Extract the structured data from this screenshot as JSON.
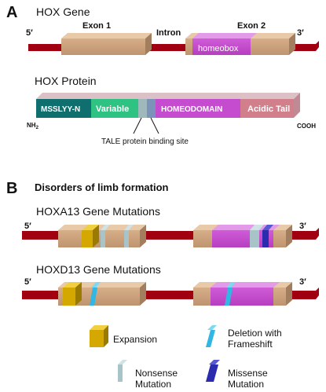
{
  "panel_a": {
    "letter": "A",
    "gene_title": "HOX Gene",
    "five_prime": "5′",
    "three_prime": "3′",
    "exon1": "Exon 1",
    "intron": "Intron",
    "exon2": "Exon 2",
    "homeobox": "homeobox",
    "protein_title": "HOX Protein",
    "domains": [
      "MSSLYY-N",
      "Variable",
      "HOMEODOMAIN",
      "Acidic Tail"
    ],
    "nh2": "NH2",
    "cooh": "COOH",
    "tale_label": "TALE protein binding site"
  },
  "panel_b": {
    "letter": "B",
    "title": "Disorders of limb formation",
    "hoxa13_title": "HOXA13 Gene Mutations",
    "hoxd13_title": "HOXD13 Gene Mutations",
    "five_prime": "5′",
    "three_prime": "3′"
  },
  "legend": {
    "expansion": "Expansion",
    "deletion_line1": "Deletion with",
    "deletion_line2": "Frameshift",
    "nonsense_line1": "Nonsense",
    "nonsense_line2": "Mutation",
    "missense_line1": "Missense",
    "missense_line2": "Mutation"
  },
  "colors": {
    "dna_red": "#a00010",
    "exon_tan": "#c9a07a",
    "homeobox_magenta": "#c64ccf",
    "domain_teal": "#0f6f6f",
    "domain_green": "#2ec283",
    "domain_pink": "#d07f8b",
    "expansion_gold": "#d4a800",
    "deletion_cyan": "#31b7e3",
    "nonsense_grey": "#a9c4c8",
    "missense_navy": "#2b2bb0"
  }
}
